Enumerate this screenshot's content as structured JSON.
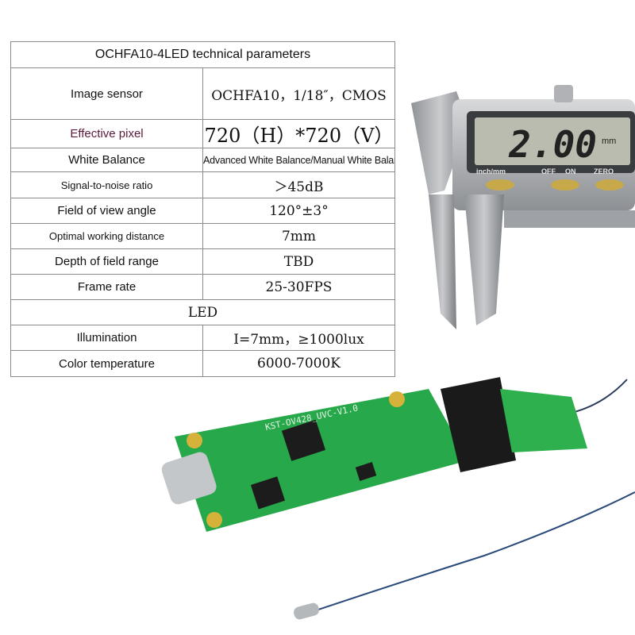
{
  "table": {
    "title": "OCHFA10-4LED technical parameters",
    "rows": [
      {
        "label": "Image sensor",
        "value": "OCHFA10，1/18″，CMOS"
      },
      {
        "label": "Effective pixel",
        "value": "720（H）*720（V）"
      },
      {
        "label": "White Balance",
        "value": "Advanced White Balance/Manual White Balance"
      },
      {
        "label": "Signal-to-noise ratio",
        "value": "＞45dB"
      },
      {
        "label": "Field of view angle",
        "value": "120°±3°"
      },
      {
        "label": "Optimal working distance",
        "value": "7mm"
      },
      {
        "label": "Depth of field range",
        "value": "TBD"
      },
      {
        "label": "Frame rate",
        "value": "25-30FPS"
      }
    ],
    "led_header": "LED",
    "led_rows": [
      {
        "label": "Illumination",
        "value": "I=7mm，≥1000lux"
      },
      {
        "label": "Color temperature",
        "value": "6000-7000K"
      }
    ]
  },
  "caliper": {
    "reading": "2.00",
    "unit": "mm",
    "buttons": [
      "inch/mm",
      "OFF",
      "ON",
      "ZERO"
    ]
  },
  "pcb": {
    "silkscreen": "KST-OV428_UVC-V1.0"
  },
  "colors": {
    "pcb_green": "#27a84a",
    "gold_pad": "#d6b23a",
    "cable": "#2a4a7a"
  }
}
